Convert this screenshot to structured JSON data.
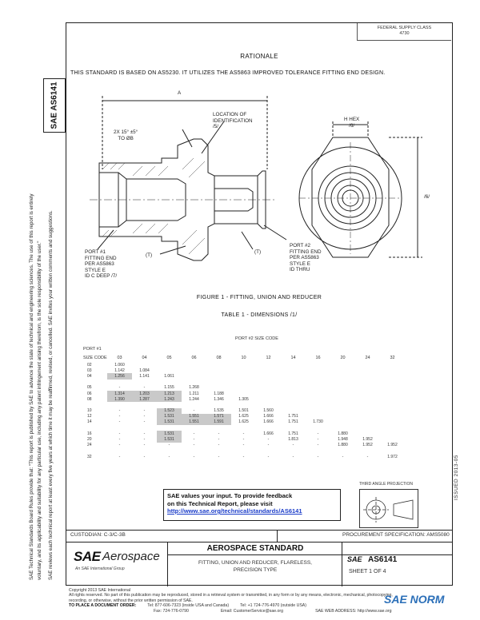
{
  "header": {
    "fedreg_line1": "FEDERAL SUPPLY CLASS",
    "fedreg_line2": "4730",
    "doc_id_vertical": "SAE AS6141",
    "rationale_heading": "RATIONALE",
    "rationale_text": "THIS STANDARD IS BASED ON AS5230. IT UTILIZES THE AS5863 IMPROVED TOLERANCE FITTING END DESIGN."
  },
  "left_margin": {
    "line1": "SAE Technical Standards Board Rules provide that: \"This report is published by SAE to advance the state of technical and engineering sciences. The use of this report is entirely",
    "line2": "voluntary, and its applicability and suitability for any particular use, including any patent infringement arising therefrom, is the sole responsibility of the user.\"",
    "line3": "SAE reviews each technical report at least every five years at which time it may be reaffirmed, revised, or cancelled. SAE invites your written comments and suggestions."
  },
  "right_margin": {
    "issued": "ISSUED 2013-05"
  },
  "drawing": {
    "dim_a": "A",
    "location_label": "LOCATION OF\nIDENTIFICATION\n/5/",
    "angle_label": "2X 15° ±5°\nTO ØB",
    "hex_label": "H HEX\n/6/",
    "dim_c": "/6/",
    "port1_label": "PORT #1\nFITTING END\nPER AS5863\nSTYLE E\nID C DEEP /7/",
    "port2_label": "PORT #2\nFITTING END\nPER AS5863\nSTYLE E\nID THRU",
    "t1": "(T)",
    "t2": "(T)"
  },
  "figure_caption": "FIGURE 1 - FITTING, UNION AND REDUCER",
  "table_caption": "TABLE 1 - DIMENSIONS /1/",
  "table": {
    "port2_header": "PORT #2 SIZE CODE",
    "port1_header": "PORT #1",
    "port1_sub1": "SIZE CODE",
    "col_headers": [
      "03",
      "04",
      "05",
      "06",
      "08",
      "10",
      "12",
      "14",
      "16",
      "20",
      "24",
      "32"
    ],
    "rows": [
      {
        "code": "02",
        "cells": [
          "1.060",
          "",
          "",
          "",
          "",
          "",
          "",
          "",
          "",
          "",
          "",
          ""
        ],
        "shaded": []
      },
      {
        "code": "03",
        "cells": [
          "1.142",
          "1.084",
          "",
          "",
          "",
          "",
          "",
          "",
          "",
          "",
          "",
          ""
        ],
        "shaded": []
      },
      {
        "code": "04",
        "cells": [
          "1.256",
          "1.141",
          "1.061",
          "",
          "",
          "",
          "",
          "",
          "",
          "",
          "",
          ""
        ],
        "shaded": [
          0
        ]
      },
      {
        "code": "",
        "cells": [
          "",
          "",
          "",
          "",
          "",
          "",
          "",
          "",
          "",
          "",
          "",
          ""
        ],
        "shaded": []
      },
      {
        "code": "05",
        "cells": [
          "-",
          "-",
          "1.155",
          "1.268",
          "",
          "",
          "",
          "",
          "",
          "",
          "",
          ""
        ],
        "shaded": []
      },
      {
        "code": "06",
        "cells": [
          "1.314",
          "1.203",
          "1.213",
          "1.211",
          "1.188",
          "",
          "",
          "",
          "",
          "",
          "",
          ""
        ],
        "shaded": [
          0,
          1,
          2
        ]
      },
      {
        "code": "08",
        "cells": [
          "1.390",
          "1.287",
          "1.243",
          "1.244",
          "1.346",
          "1.305",
          "",
          "",
          "",
          "",
          "",
          ""
        ],
        "shaded": [
          0,
          1,
          2
        ]
      },
      {
        "code": "",
        "cells": [
          "",
          "",
          "",
          "",
          "",
          "",
          "",
          "",
          "",
          "",
          "",
          ""
        ],
        "shaded": []
      },
      {
        "code": "10",
        "cells": [
          "-",
          "-",
          "1.523",
          "-",
          "1.535",
          "1.501",
          "1.560",
          "",
          "",
          "",
          "",
          ""
        ],
        "shaded": [
          2
        ]
      },
      {
        "code": "12",
        "cells": [
          "-",
          "-",
          "1.531",
          "1.551",
          "1.571",
          "1.625",
          "1.666",
          "1.751",
          "",
          "",
          "",
          ""
        ],
        "shaded": [
          2,
          3,
          4
        ]
      },
      {
        "code": "14",
        "cells": [
          "-",
          "-",
          "1.531",
          "1.551",
          "1.591",
          "1.625",
          "1.666",
          "1.751",
          "1.730",
          "",
          "",
          ""
        ],
        "shaded": [
          2,
          3,
          4
        ]
      },
      {
        "code": "",
        "cells": [
          "",
          "",
          "",
          "",
          "",
          "",
          "",
          "",
          "",
          "",
          "",
          ""
        ],
        "shaded": []
      },
      {
        "code": "16",
        "cells": [
          "-",
          "-",
          "1.531",
          "-",
          "-",
          "-",
          "1.666",
          "1.751",
          "-",
          "1.880",
          "",
          ""
        ],
        "shaded": [
          2
        ]
      },
      {
        "code": "20",
        "cells": [
          "-",
          "-",
          "1.531",
          "-",
          "-",
          "-",
          "-",
          "1.813",
          "-",
          "1.948",
          "1.952",
          ""
        ],
        "shaded": [
          2
        ]
      },
      {
        "code": "24",
        "cells": [
          "-",
          "-",
          "-",
          "-",
          "-",
          "-",
          "-",
          "-",
          "-",
          "1.880",
          "1.952",
          "1.952"
        ],
        "shaded": []
      },
      {
        "code": "",
        "cells": [
          "",
          "",
          "",
          "",
          "",
          "",
          "",
          "",
          "",
          "",
          "",
          ""
        ],
        "shaded": []
      },
      {
        "code": "32",
        "cells": [
          "-",
          "-",
          "-",
          "-",
          "-",
          "-",
          "-",
          "-",
          "-",
          "-",
          "-",
          "1.972"
        ],
        "shaded": []
      }
    ]
  },
  "feedback": {
    "line1": "SAE values your input. To provide feedback",
    "line2": "on this Technical Report, please visit",
    "link": "http://www.sae.org/technical/standards/AS6141"
  },
  "projection_label": "THIRD ANGLE PROJECTION",
  "custodian": "CUSTODIAN: C-3/C-3B",
  "procurement": "PROCUREMENT SPECIFICATION: AMS5080",
  "title_block": {
    "logo_sae": "SAE",
    "logo_aero": "Aerospace",
    "logo_tag": "An SAE International Group",
    "standard": "AEROSPACE STANDARD",
    "title_line1": "FITTING, UNION AND REDUCER, FLARELESS,",
    "title_line2": "PRECISION TYPE",
    "doc_sae": "SAE",
    "doc_number": "AS6141",
    "sheet": "SHEET 1 OF 4"
  },
  "footer": {
    "copyright": "Copyright 2013 SAE International",
    "rights": "All rights reserved. No part of this publication may be reproduced, stored in a retrieval system or transmitted, in any form or by any means, electronic, mechanical, photocopying,",
    "rights2": "recording, or otherwise, without the prior written permission of SAE.",
    "order_label": "TO PLACE A DOCUMENT ORDER:",
    "tel1": "Tel: 877-606-7323 (inside USA and Canada)",
    "tel2": "Tel: +1 724-776-4970 (outside USA)",
    "fax": "Fax: 724-776-0790",
    "email": "Email: CustomerService@sae.org",
    "web": "SAE WEB ADDRESS: http://www.sae.org",
    "watermark": "SAE NORM"
  },
  "colors": {
    "link": "#1a3cc9",
    "shade": "#c9c9c9",
    "watermark": "#2b6fb8"
  }
}
